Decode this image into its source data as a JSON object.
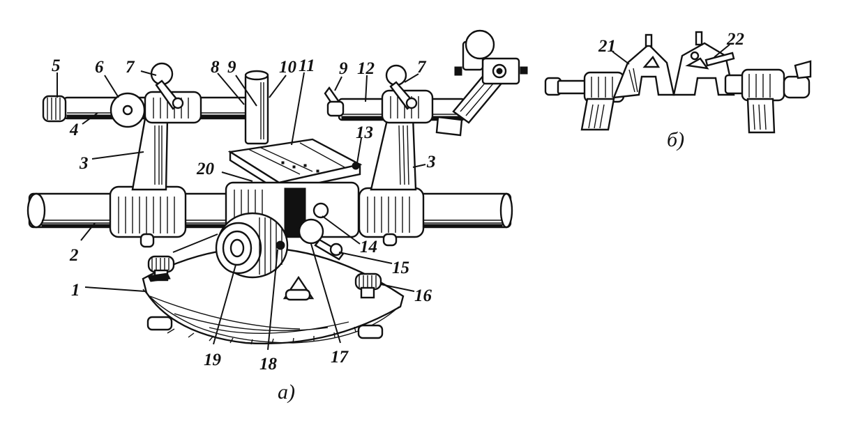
{
  "figure": {
    "labels": {
      "l1": "1",
      "l2": "2",
      "l3a": "3",
      "l3b": "3",
      "l4": "4",
      "l5": "5",
      "l6": "6",
      "l7a": "7",
      "l7b": "7",
      "l8": "8",
      "l9a": "9",
      "l9b": "9",
      "l10": "10",
      "l11": "11",
      "l12": "12",
      "l13": "13",
      "l14": "14",
      "l15": "15",
      "l16": "16",
      "l17": "17",
      "l18": "18",
      "l19": "19",
      "l20": "20",
      "l21": "21",
      "l22": "22"
    },
    "captions": {
      "a": "а)",
      "b": "б)"
    }
  }
}
